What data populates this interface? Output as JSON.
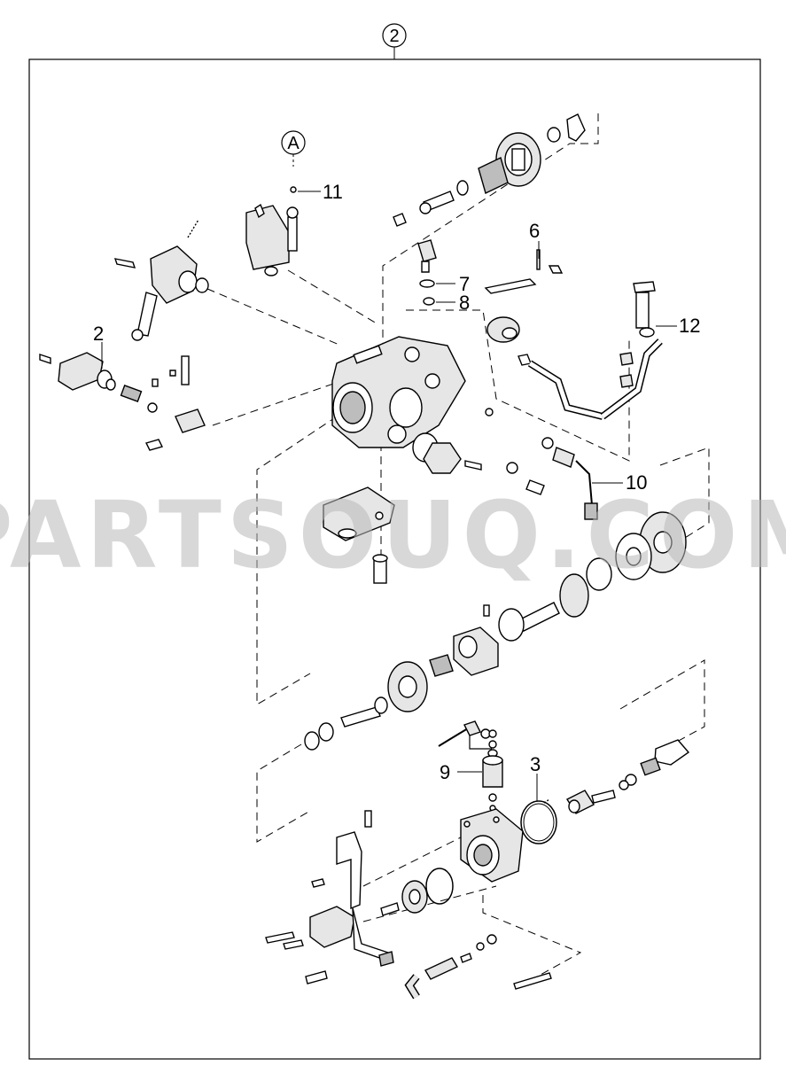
{
  "diagram": {
    "assembly_callout": "2",
    "detail_callout": "A",
    "watermark": "PARTSOUQ.COM",
    "callouts": {
      "c11": "11",
      "c6": "6",
      "c7": "7",
      "c8": "8",
      "c12": "12",
      "c2": "2",
      "c10": "10",
      "c9": "9",
      "c3": "3"
    }
  }
}
